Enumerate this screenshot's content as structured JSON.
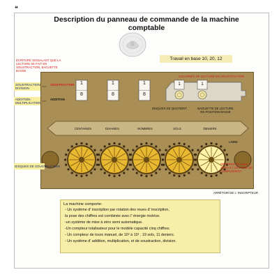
{
  "header": {
    "quote_mark": "❝",
    "title": "Description du panneau de commande  de la machine comptable"
  },
  "travail": "Travail en base 10, 20, 12",
  "annotations": {
    "ecriture": "Écriture signalant que la lecture se fait en soustraction, baguette basse",
    "soustraction_division": "Soustraction division",
    "addition_multiplication": "Addition multiplication",
    "soustraction_red": "Soustraction",
    "addition_small": "Addition",
    "lucarnes": "Lucarnes de lecture en soustraction",
    "disques_quotient": "Disques de quotient",
    "baguette": "Baguette de lecture en position basse",
    "limbe": "Limbe",
    "disques_soustraction": "Disques de soustraction",
    "reperes": "Repères de mise à zéro et de pose de complément",
    "arretoir": "Arrêtoir de l' inscripteur"
  },
  "columns": [
    "CENTAINES",
    "DIXAINES",
    "NOMBRES",
    "SOLS",
    "DENIERS"
  ],
  "digits": {
    "slots": [
      {
        "top": "1",
        "bottom": "8"
      },
      {
        "top": "1",
        "bottom": "8"
      },
      {
        "top": "1",
        "bottom": "8"
      }
    ],
    "quotient": [
      "1",
      "1"
    ]
  },
  "info": {
    "heading": "La machine comporte:",
    "lines": [
      "- Un système d' inscription par rotation des roues d' inscription,",
      "la pose des chiffres est combinée avec l' énergie motrice.",
      "-un système de mise à zéro semi automatique.",
      "-Un compteur totalisateur pour le modèle capacité cinq chiffres.",
      "- Un compteur de tours manuel, de 10³ à 10¹ , 19 sols, 11 deniers.",
      "- Un système d' addition, multiplication, et de soustraction, division."
    ]
  },
  "colors": {
    "panel": "#a98e55",
    "wheel": "#e8b830",
    "wheel_active": "#fff3a8",
    "band": "#f7ef9e",
    "red": "#d42020"
  }
}
